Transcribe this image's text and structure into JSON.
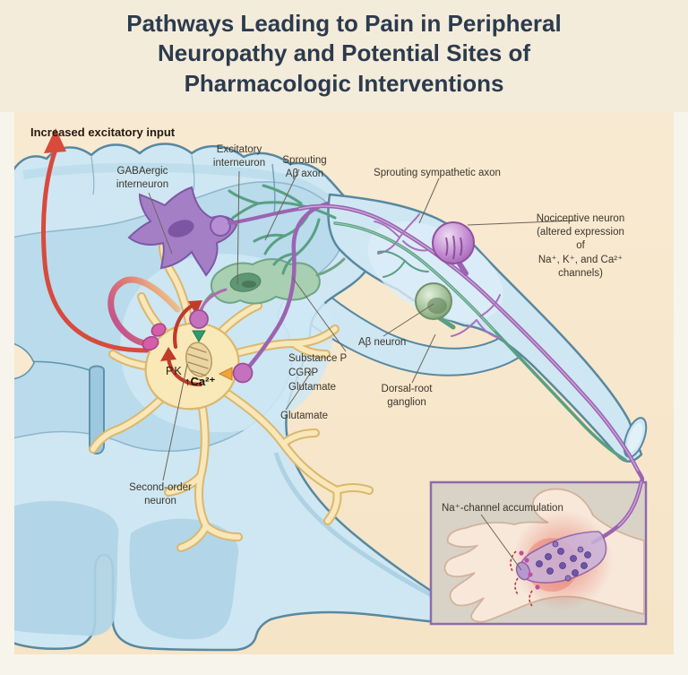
{
  "title": "Pathways Leading to Pain in Peripheral\nNeuropathy and Potential Sites of\nPharmacologic Interventions",
  "figure": {
    "annotations": {
      "increased_input": "Increased excitatory input",
      "gabaergic": "GABAergic\ninterneuron",
      "excitatory": "Excitatory\ninterneuron",
      "sprouting_ab_axon": "Sprouting\nAβ axon",
      "sprouting_sympathetic": "Sprouting sympathetic axon",
      "nociceptive": "Nociceptive neuron\n(altered expression of\nNa⁺, K⁺, and Ca²⁺ channels)",
      "ab_neuron": "Aβ neuron",
      "dorsal_root_ganglion": "Dorsal-root\nganglion",
      "substance_p": "Substance P\nCGRP\nGlutamate",
      "glutamate": "Glutamate",
      "pk": "PK",
      "calcium": "↑Ca²⁺",
      "second_order": "Second-order\nneuron",
      "na_channel": "Na⁺-channel accumulation"
    },
    "colors": {
      "title_text": "#2c3b4d",
      "band_background": "#f4ecdb",
      "panel_background": "#f8ead2",
      "cord_fill": "#cfe7f3",
      "cord_outline": "#58889f",
      "gray_matter": "#b9dbec",
      "excitatory_arrow_red": "#d84a3c",
      "gaba_purple": "#a57fc6",
      "excitatory_green": "#a8cfb1",
      "second_order_yellow": "#f9e8b8",
      "axon_purple": "#9c63b2",
      "axon_green": "#5a9f82",
      "bouton_magenta": "#d45fa8",
      "inset_border": "#8d6cab",
      "inset_background": "#d8d3c6"
    }
  }
}
